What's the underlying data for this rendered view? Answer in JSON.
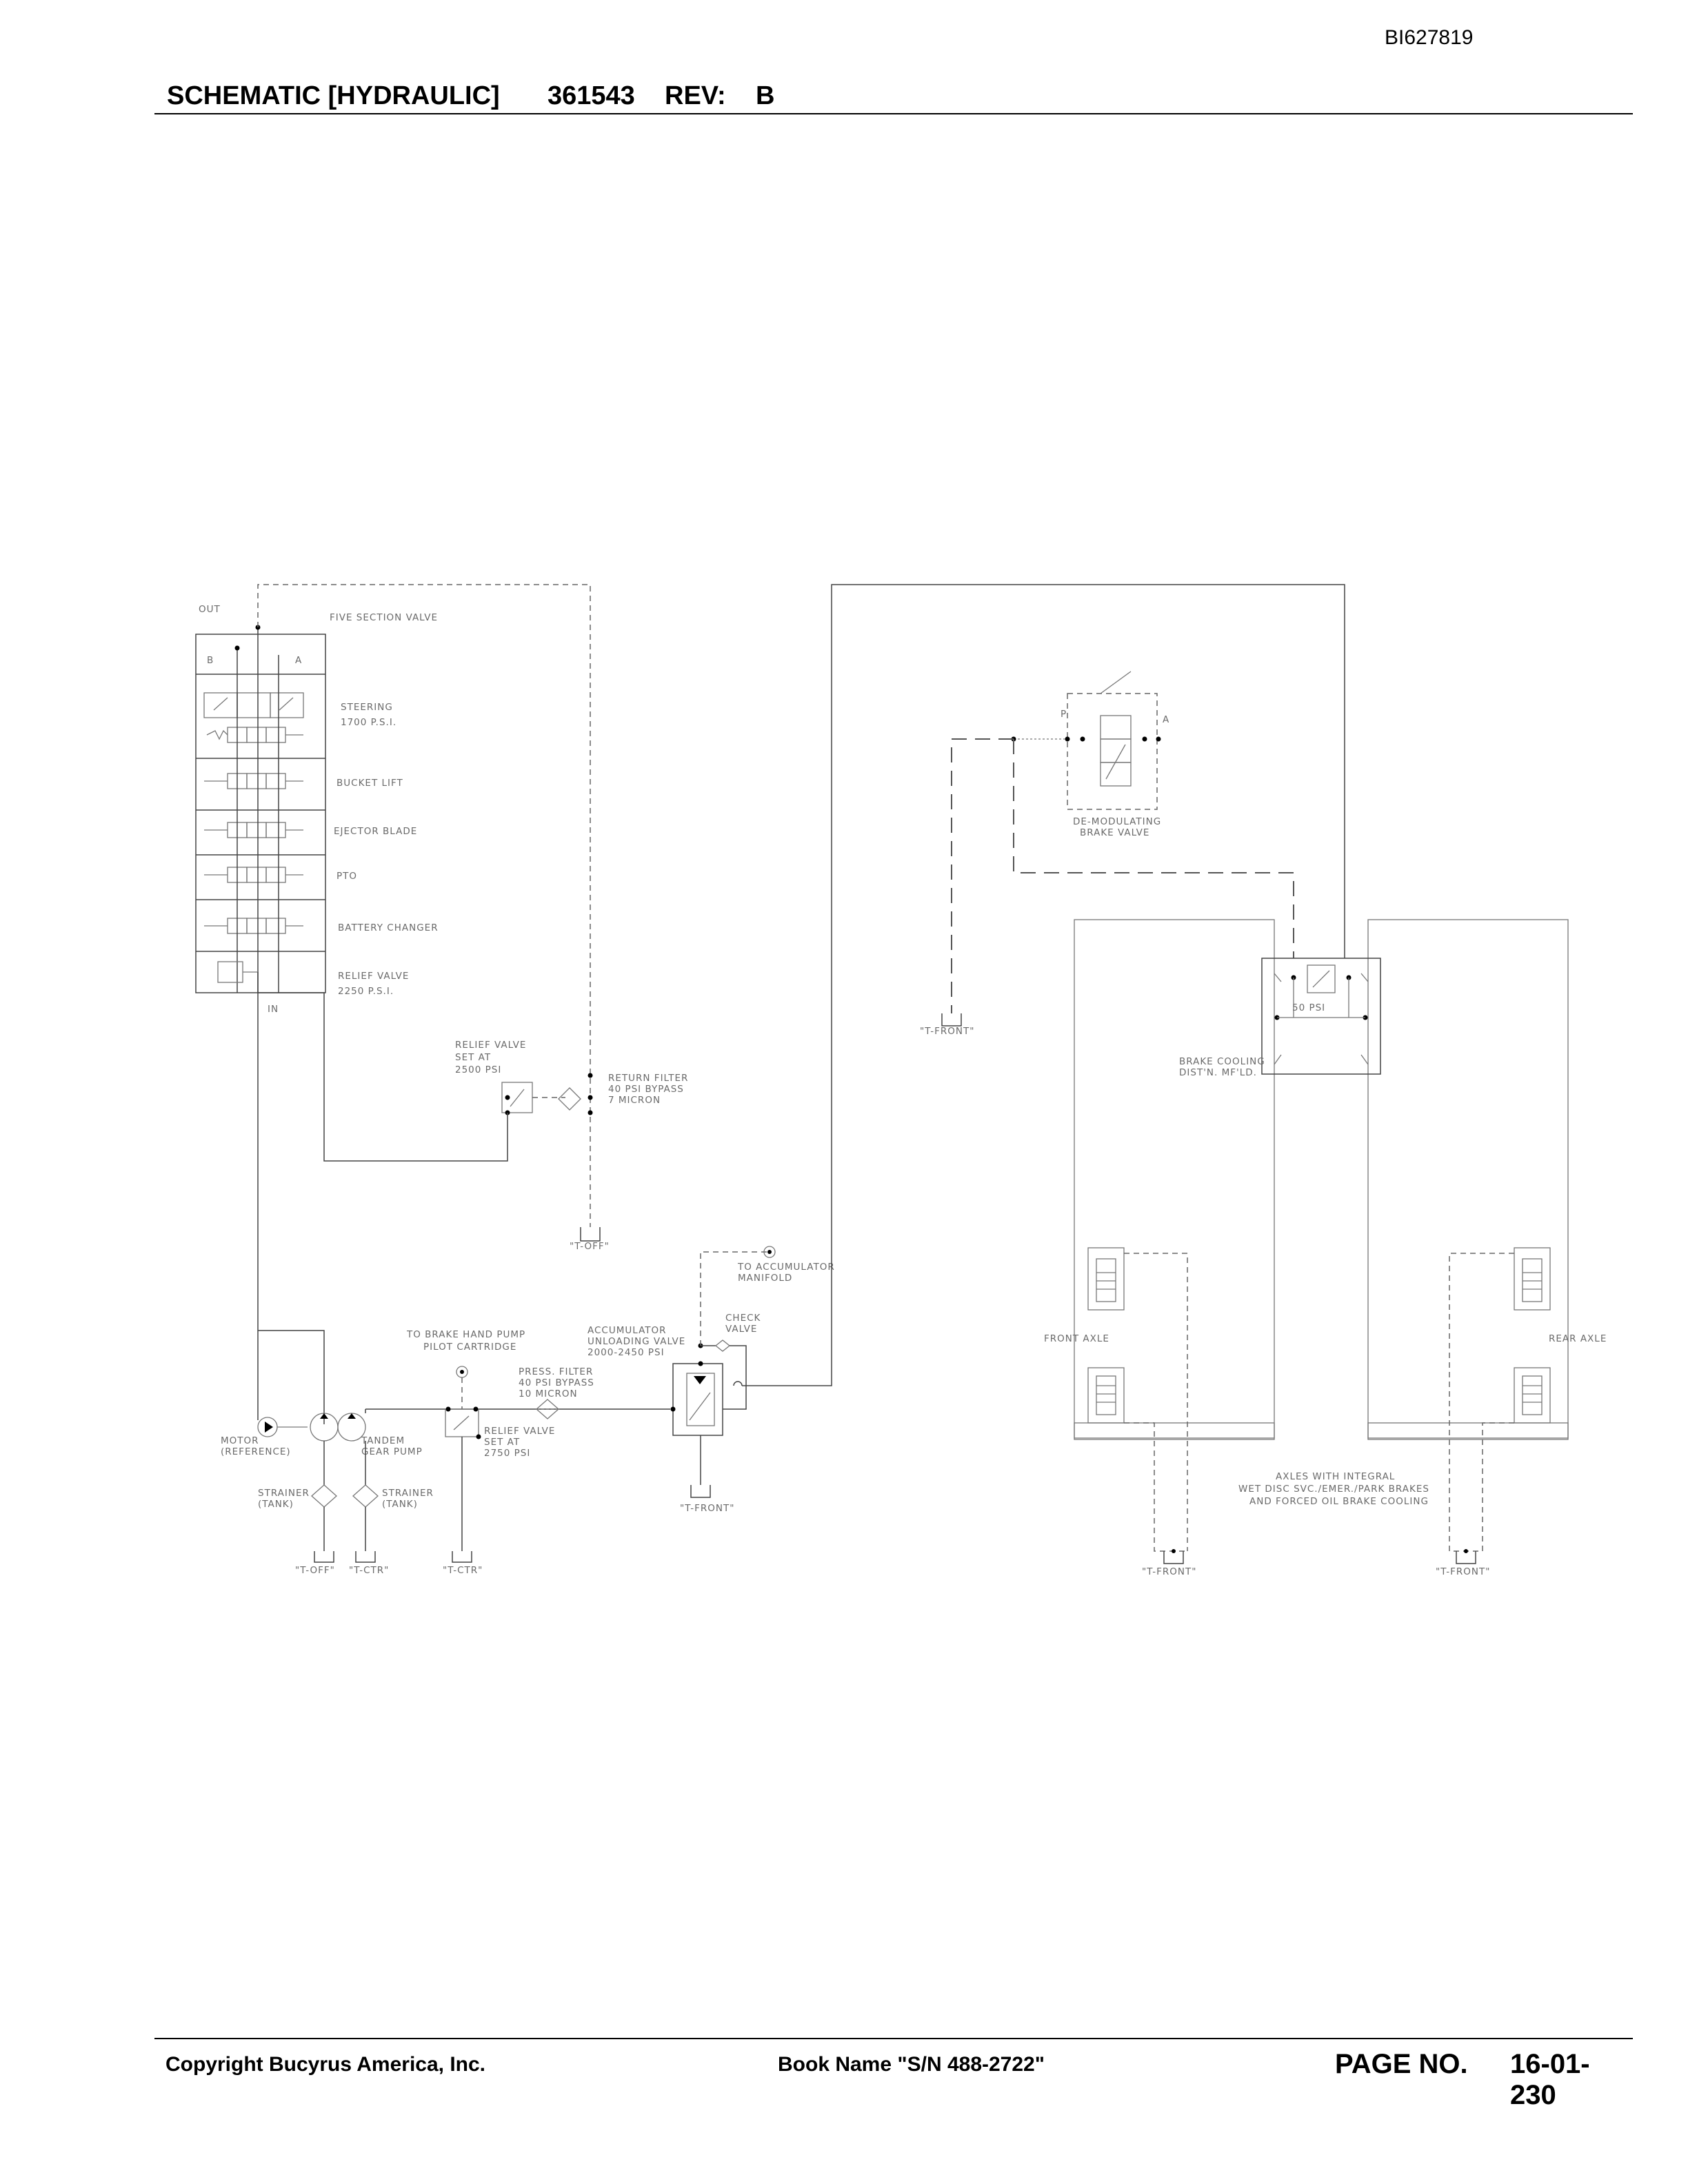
{
  "doc_id": "BI627819",
  "header": {
    "title": "SCHEMATIC [HYDRAULIC]",
    "part_number": "361543",
    "rev_label": "REV:",
    "rev_value": "B"
  },
  "footer": {
    "copyright": "Copyright Bucyrus America, Inc.",
    "book_name": "Book Name \"S/N 488-2722\"",
    "page_label": "PAGE NO.",
    "page_number": "16-01-230"
  },
  "labels": {
    "out": "OUT",
    "five_section_valve": "FIVE SECTION VALVE",
    "port_b": "B",
    "port_a": "A",
    "steering": "STEERING",
    "steering_psi": "1700 P.S.I.",
    "bucket_lift": "BUCKET LIFT",
    "ejector_blade": "EJECTOR BLADE",
    "pto": "PTO",
    "battery_changer": "BATTERY CHANGER",
    "relief_valve_1": "RELIEF VALVE",
    "relief_valve_1_psi": "2250 P.S.I.",
    "in": "IN",
    "relief_valve_2_a": "RELIEF VALVE",
    "relief_valve_2_b": "SET AT",
    "relief_valve_2_c": "2500 PSI",
    "return_filter_a": "RETURN FILTER",
    "return_filter_b": "40 PSI BYPASS",
    "return_filter_c": "7 MICRON",
    "t_off_top": "\"T-OFF\"",
    "to_accumulator_a": "TO ACCUMULATOR",
    "to_accumulator_b": "MANIFOLD",
    "accum_a": "ACCUMULATOR",
    "accum_b": "UNLOADING VALVE",
    "accum_c": "2000-2450 PSI",
    "check_a": "CHECK",
    "check_b": "VALVE",
    "brake_hand_a": "TO BRAKE HAND PUMP",
    "brake_hand_b": "PILOT CARTRIDGE",
    "press_filter_a": "PRESS. FILTER",
    "press_filter_b": "40 PSI BYPASS",
    "press_filter_c": "10 MICRON",
    "relief_valve_3_a": "RELIEF VALVE",
    "relief_valve_3_b": "SET AT",
    "relief_valve_3_c": "2750 PSI",
    "motor_a": "MOTOR",
    "motor_b": "(REFERENCE)",
    "tandem_a": "TANDEM",
    "tandem_b": "GEAR PUMP",
    "strainer_a": "STRAINER",
    "strainer_b": "(TANK)",
    "t_off_bottom": "\"T-OFF\"",
    "t_ctr_1": "\"T-CTR\"",
    "t_ctr_2": "\"T-CTR\"",
    "t_front_accum": "\"T-FRONT\"",
    "port_p": "P",
    "port_a2": "A",
    "de_mod_a": "DE-MODULATING",
    "de_mod_b": "BRAKE VALVE",
    "t_front_left": "\"T-FRONT\"",
    "psi_50": "50 PSI",
    "brake_cooling_a": "BRAKE COOLING",
    "brake_cooling_b": "DIST'N. MF'LD.",
    "front_axle": "FRONT AXLE",
    "rear_axle": "REAR AXLE",
    "axles_a": "AXLES WITH INTEGRAL",
    "axles_b": "WET DISC SVC./EMER./PARK BRAKES",
    "axles_c": "AND FORCED OIL BRAKE COOLING",
    "t_front_axle_1": "\"T-FRONT\"",
    "t_front_axle_2": "\"T-FRONT\""
  }
}
